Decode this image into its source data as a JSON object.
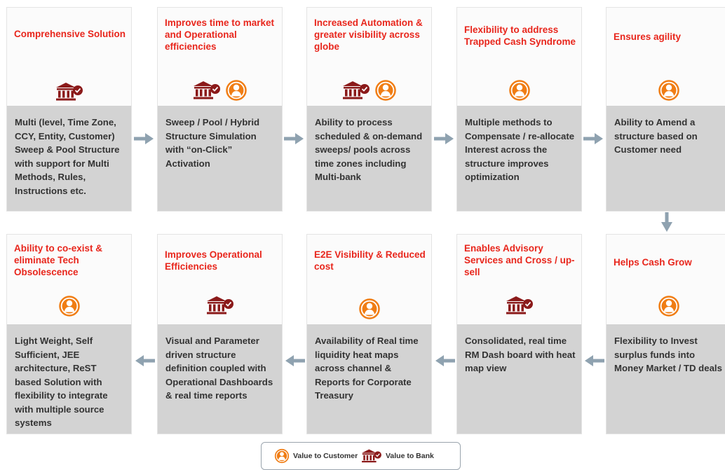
{
  "colors": {
    "title_red": "#e8261c",
    "bank_icon": "#8b1a1a",
    "customer_icon": "#f07d14",
    "arrow": "#8fa2b0",
    "body_bg": "#d3d3d3"
  },
  "cards": [
    {
      "title": "Comprehensive Solution",
      "icons": [
        "bank-icon"
      ],
      "body": "Multi (level, Time Zone, CCY, Entity, Customer) Sweep & Pool Structure with support for Multi Methods, Rules, Instructions etc."
    },
    {
      "title": "Improves time to market and Operational efficiencies",
      "icons": [
        "bank-icon",
        "customer-icon"
      ],
      "body": "Sweep / Pool /   Hybrid Structure Simulation with “on-Click” Activation"
    },
    {
      "title": "Increased Automation & greater visibility across globe",
      "icons": [
        "bank-icon",
        "customer-icon"
      ],
      "body": "Ability to process scheduled & on-demand sweeps/ pools across time zones including Multi-bank"
    },
    {
      "title": "Flexibility to  address Trapped Cash Syndrome",
      "icons": [
        "customer-icon"
      ],
      "body": "Multiple methods to Compensate / re-allocate Interest across the structure improves optimization"
    },
    {
      "title": "Ensures agility",
      "icons": [
        "customer-icon"
      ],
      "body": "Ability to Amend a structure based on Customer need"
    },
    {
      "title": "Helps Cash Grow",
      "icons": [
        "customer-icon"
      ],
      "body": "Flexibility to Invest surplus funds into Money Market / TD deals"
    },
    {
      "title": "Enables Advisory Services and Cross / up-sell",
      "icons": [
        "bank-icon"
      ],
      "body": "Consolidated, real time RM Dash board with heat map view"
    },
    {
      "title": "E2E Visibility & Reduced cost",
      "icons": [
        "customer-icon"
      ],
      "body": "Availability of Real time liquidity heat maps across channel  & Reports for Corporate Treasury"
    },
    {
      "title": "Improves Operational Efficiencies",
      "icons": [
        "bank-icon"
      ],
      "body": "Visual and Parameter driven structure definition coupled with Operational Dashboards & real time reports"
    },
    {
      "title": "Ability to co-exist & eliminate Tech Obsolescence",
      "icons": [
        "customer-icon"
      ],
      "body": "Light Weight, Self Sufficient, JEE architecture, ReST based Solution with flexibility to integrate with multiple source systems"
    }
  ],
  "legend": {
    "customer_label": "Value to Customer",
    "bank_label": "Value to Bank"
  }
}
